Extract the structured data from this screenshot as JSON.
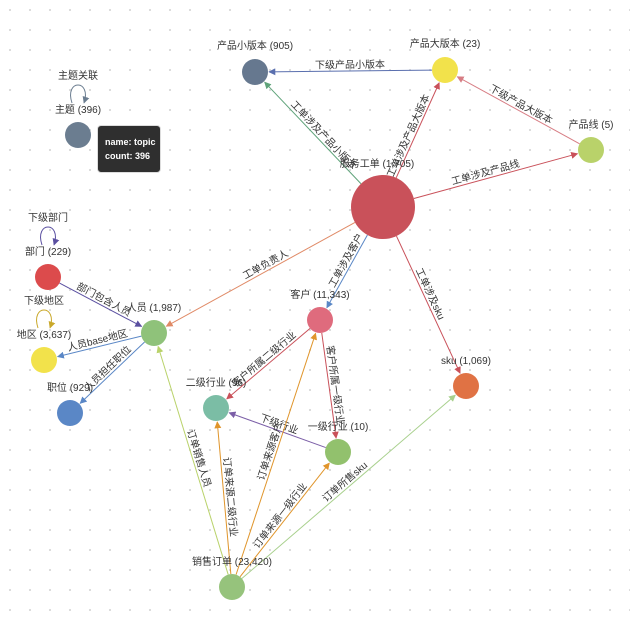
{
  "nodes": [
    {
      "id": "ticket",
      "label": "服务工单 (1,705)",
      "color": "#c9515a"
    },
    {
      "id": "prod_small",
      "label": "产品小版本 (905)",
      "color": "#66788f"
    },
    {
      "id": "prod_big",
      "label": "产品大版本 (23)",
      "color": "#f2e24b"
    },
    {
      "id": "prod_line",
      "label": "产品线 (5)",
      "color": "#b9d26a"
    },
    {
      "id": "topic",
      "label": "主题 (396)",
      "color": "#6b7d90"
    },
    {
      "id": "dept",
      "label": "部门 (229)",
      "color": "#dc4b4c"
    },
    {
      "id": "person",
      "label": "人员 (1,987)",
      "color": "#8fc27a"
    },
    {
      "id": "region",
      "label": "地区 (3,637)",
      "color": "#f2e24b"
    },
    {
      "id": "position",
      "label": "职位 (929)",
      "color": "#5a87c6"
    },
    {
      "id": "customer",
      "label": "客户 (11,343)",
      "color": "#df6b7d"
    },
    {
      "id": "ind2",
      "label": "二级行业 (96)",
      "color": "#7bbda5"
    },
    {
      "id": "ind1",
      "label": "一级行业 (10)",
      "color": "#92c16d"
    },
    {
      "id": "sku",
      "label": "sku (1,069)",
      "color": "#e07244"
    },
    {
      "id": "order",
      "label": "销售订单 (23,420)",
      "color": "#96c37c"
    }
  ],
  "edges": [
    {
      "id": "e1",
      "from": "prod_big",
      "to": "prod_small",
      "label": "下级产品小版本",
      "color": "#5a6fae"
    },
    {
      "id": "e2",
      "from": "ticket",
      "to": "prod_small",
      "label": "工单涉及产品小版本",
      "color": "#5fa37a"
    },
    {
      "id": "e3",
      "from": "ticket",
      "to": "prod_big",
      "label": "工单涉及产品大版本",
      "color": "#c9515a"
    },
    {
      "id": "e4",
      "from": "prod_line",
      "to": "prod_big",
      "label": "下级产品大版本",
      "color": "#d77d84"
    },
    {
      "id": "e5",
      "from": "ticket",
      "to": "prod_line",
      "label": "工单涉及产品线",
      "color": "#c9515a"
    },
    {
      "id": "e6",
      "from": "ticket",
      "to": "person",
      "label": "工单负责人",
      "color": "#e08a66"
    },
    {
      "id": "e7",
      "from": "ticket",
      "to": "customer",
      "label": "工单涉及客户",
      "color": "#5a87c6"
    },
    {
      "id": "e8",
      "from": "ticket",
      "to": "sku",
      "label": "工单涉及sku",
      "color": "#c9515a"
    },
    {
      "id": "e9",
      "from": "dept",
      "to": "person",
      "label": "部门包含人员",
      "color": "#5a4fa0"
    },
    {
      "id": "e10",
      "from": "person",
      "to": "region",
      "label": "人员base地区",
      "color": "#5a87c6"
    },
    {
      "id": "e11",
      "from": "person",
      "to": "position",
      "label": "人员担任职位",
      "color": "#5a87c6"
    },
    {
      "id": "e12",
      "from": "customer",
      "to": "ind2",
      "label": "客户所属二级行业",
      "color": "#c9515a"
    },
    {
      "id": "e13",
      "from": "customer",
      "to": "ind1",
      "label": "客户所属一级行业",
      "color": "#c9515a"
    },
    {
      "id": "e14",
      "from": "ind1",
      "to": "ind2",
      "label": "下级行业",
      "color": "#7b5ea7"
    },
    {
      "id": "e15",
      "from": "order",
      "to": "person",
      "label": "订单销售人员",
      "color": "#b9d26a"
    },
    {
      "id": "e16",
      "from": "order",
      "to": "ind2",
      "label": "订单来源二级行业",
      "color": "#e0952b"
    },
    {
      "id": "e17",
      "from": "order",
      "to": "customer",
      "label": "订单来源客户",
      "color": "#e0952b"
    },
    {
      "id": "e18",
      "from": "order",
      "to": "ind1",
      "label": "订单来源一级行业",
      "color": "#e0952b"
    },
    {
      "id": "e19",
      "from": "order",
      "to": "sku",
      "label": "订单所售sku",
      "color": "#a8d08d"
    }
  ],
  "self_loops": [
    {
      "id": "l1",
      "node": "topic",
      "label": "主题关联",
      "color": "#6b7d90"
    },
    {
      "id": "l2",
      "node": "dept",
      "label": "下级部门",
      "color": "#5a4fa0"
    },
    {
      "id": "l3",
      "node": "region",
      "label": "下级地区",
      "color": "#c9a82a"
    }
  ],
  "tooltip": {
    "line1": "name: topic",
    "line2": "count: 396"
  }
}
